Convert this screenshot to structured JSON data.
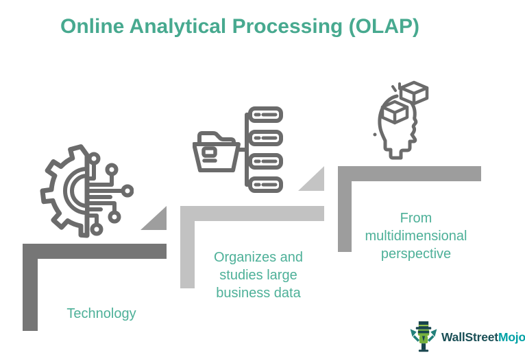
{
  "title": "Online Analytical Processing (OLAP)",
  "steps": [
    {
      "label": "Technology",
      "icon": "gear-circuit-icon"
    },
    {
      "label": "Organizes and\nstudies large\nbusiness data",
      "icon": "folder-database-icon"
    },
    {
      "label": "From\nmultidimensional\nperspective",
      "icon": "head-cubes-icon"
    }
  ],
  "logo": {
    "brand_primary": "WallStreet",
    "brand_accent": "Mojo",
    "mascot": "wallstreetmojo-mascot"
  },
  "colors": {
    "title_text": "#47a98f",
    "label_text": "#4db098",
    "step1_fill": "#767676",
    "step2_fill": "#c2c2c2",
    "step3_fill": "#9d9d9d",
    "triangle1_fill": "#9e9e9e",
    "triangle2_fill": "#c4c4c4",
    "icon_stroke": "#6b6b6b",
    "logo_primary": "#1a4f56",
    "logo_accent": "#00a1a5",
    "mascot_dark": "#17444d",
    "mascot_green": "#77b23f",
    "mascot_light_green": "#9ccb4f",
    "mascot_teal": "#22807a"
  }
}
